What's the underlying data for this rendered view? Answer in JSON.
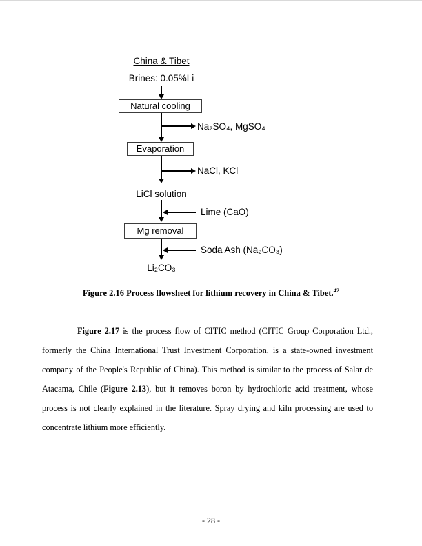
{
  "flowchart": {
    "region_title": "China & Tibet",
    "feed_label": "Brines: 0.05%Li",
    "boxes": [
      {
        "label": "Natural cooling"
      },
      {
        "label": "Evaporation"
      },
      {
        "label": "Mg removal"
      }
    ],
    "outputs": [
      {
        "label": "Na₂SO₄, MgSO₄"
      },
      {
        "label": "NaCl, KCl"
      }
    ],
    "inputs": [
      {
        "label": "Lime (CaO)"
      },
      {
        "label": "Soda Ash (Na₂CO₃)"
      }
    ],
    "intermediate_label": "LiCl solution",
    "product_label": "Li₂CO₃"
  },
  "figure_caption": {
    "text": "Figure 2.16 Process flowsheet for lithium recovery in China & Tibet.",
    "citation_superscript": "42"
  },
  "paragraph": {
    "lead_bold": "Figure 2.17",
    "segment_1": " is the process flow of CITIC method (CITIC Group Corporation Ltd., formerly the China International Trust Investment Corporation, is a state-owned investment company of the People's Republic of China). This method is similar to the process of Salar de Atacama, Chile (",
    "inline_bold": "Figure 2.13",
    "segment_2": "), but it removes boron by hydrochloric acid treatment, whose process is not clearly explained in the literature. Spray drying and kiln processing are used to concentrate lithium more efficiently."
  },
  "footer": {
    "page_number": "- 28 -"
  }
}
